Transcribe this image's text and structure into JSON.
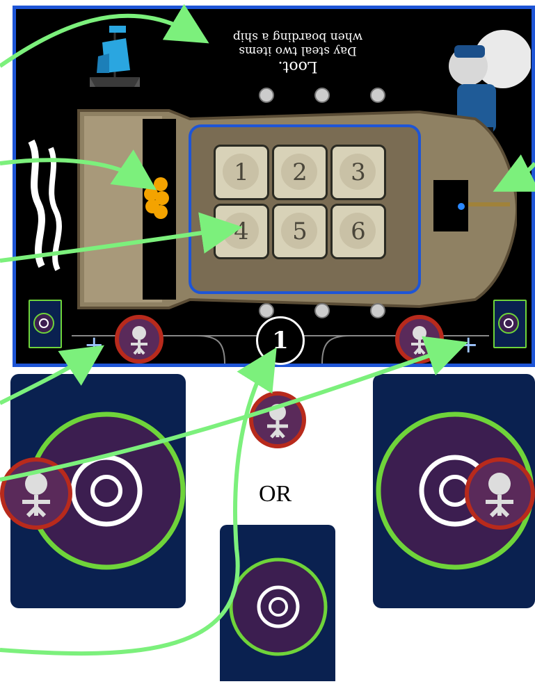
{
  "loot_card": {
    "title": "Loot.",
    "line1": "Day steal two items",
    "line2": "when boarding a ship"
  },
  "tiles": [
    "1",
    "2",
    "3",
    "4",
    "5",
    "6"
  ],
  "round_counter": "1",
  "plus_symbols": [
    "+",
    "+"
  ],
  "or_label": "OR",
  "colors": {
    "board_border": "#1e55d6",
    "arrow": "#7cf07c",
    "token_rim": "#b82a1c",
    "card_bg": "#0a2150",
    "card_ring": "#6fd43a",
    "coin": "#f4a300"
  }
}
